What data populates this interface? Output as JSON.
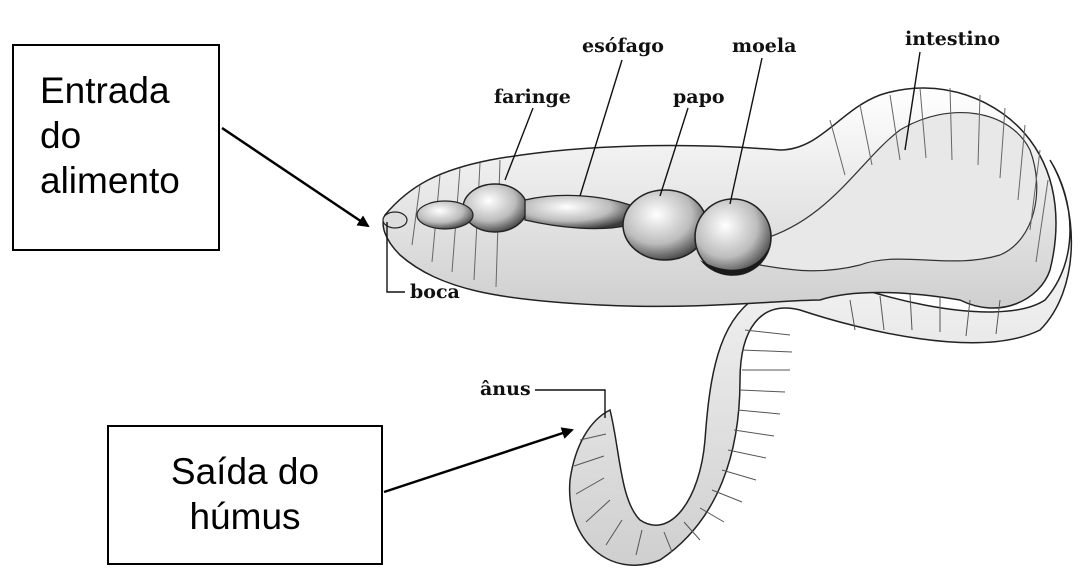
{
  "callouts": {
    "entrada": {
      "lines": [
        "Entrada",
        "do",
        "alimento"
      ]
    },
    "saida": {
      "lines": [
        "Saída do",
        "húmus"
      ]
    }
  },
  "organ_labels": {
    "faringe": "faringe",
    "esofago": "esófago",
    "moela": "moela",
    "intestino": "intestino",
    "papo": "papo",
    "boca": "boca",
    "anus": "ânus"
  },
  "colors": {
    "ink": "#111111",
    "shade": "#5a5a5a",
    "body_fill": "#f2f2f2",
    "background": "#ffffff"
  }
}
